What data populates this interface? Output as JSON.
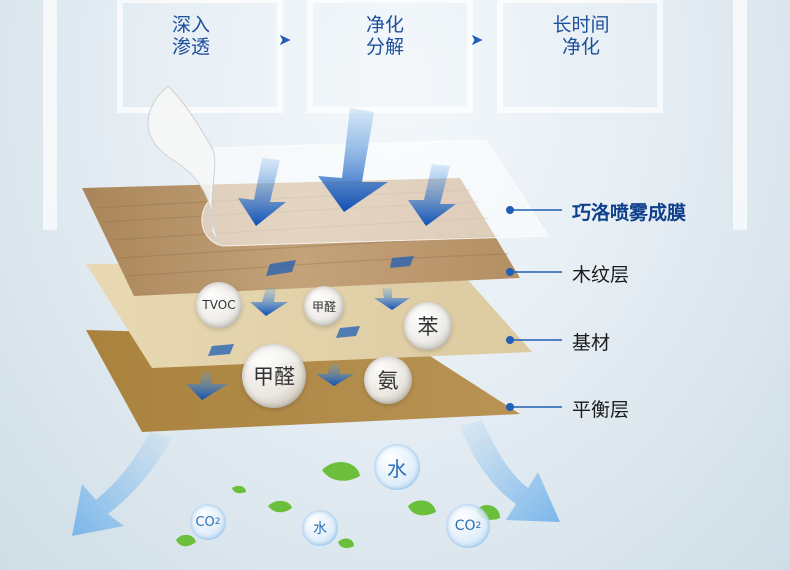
{
  "steps": [
    {
      "line1": "深入",
      "line2": "渗透"
    },
    {
      "line1": "净化",
      "line2": "分解"
    },
    {
      "line1": "长时间",
      "line2": "净化"
    }
  ],
  "step_arrow_glyph": "➤",
  "layers": [
    {
      "label": "巧洛喷雾成膜"
    },
    {
      "label": "木纹层"
    },
    {
      "label": "基材"
    },
    {
      "label": "平衡层"
    }
  ],
  "pollutants": {
    "tvoc": "TVOC",
    "formaldehyde_small": "甲醛",
    "benzene": "苯",
    "formaldehyde_large": "甲醛",
    "ammonia": "氨"
  },
  "products": {
    "water_top": "水",
    "co2_left": "CO",
    "co2_left_sub": "2",
    "water_mid": "水",
    "co2_right": "CO",
    "co2_right_sub": "2"
  },
  "colors": {
    "accent_blue": "#1f5fb5",
    "wood_layer": "#b89468",
    "base_layer": "#e6d5ad",
    "balance_layer": "#b08a45",
    "leaf_green": "#6cbf3a"
  }
}
